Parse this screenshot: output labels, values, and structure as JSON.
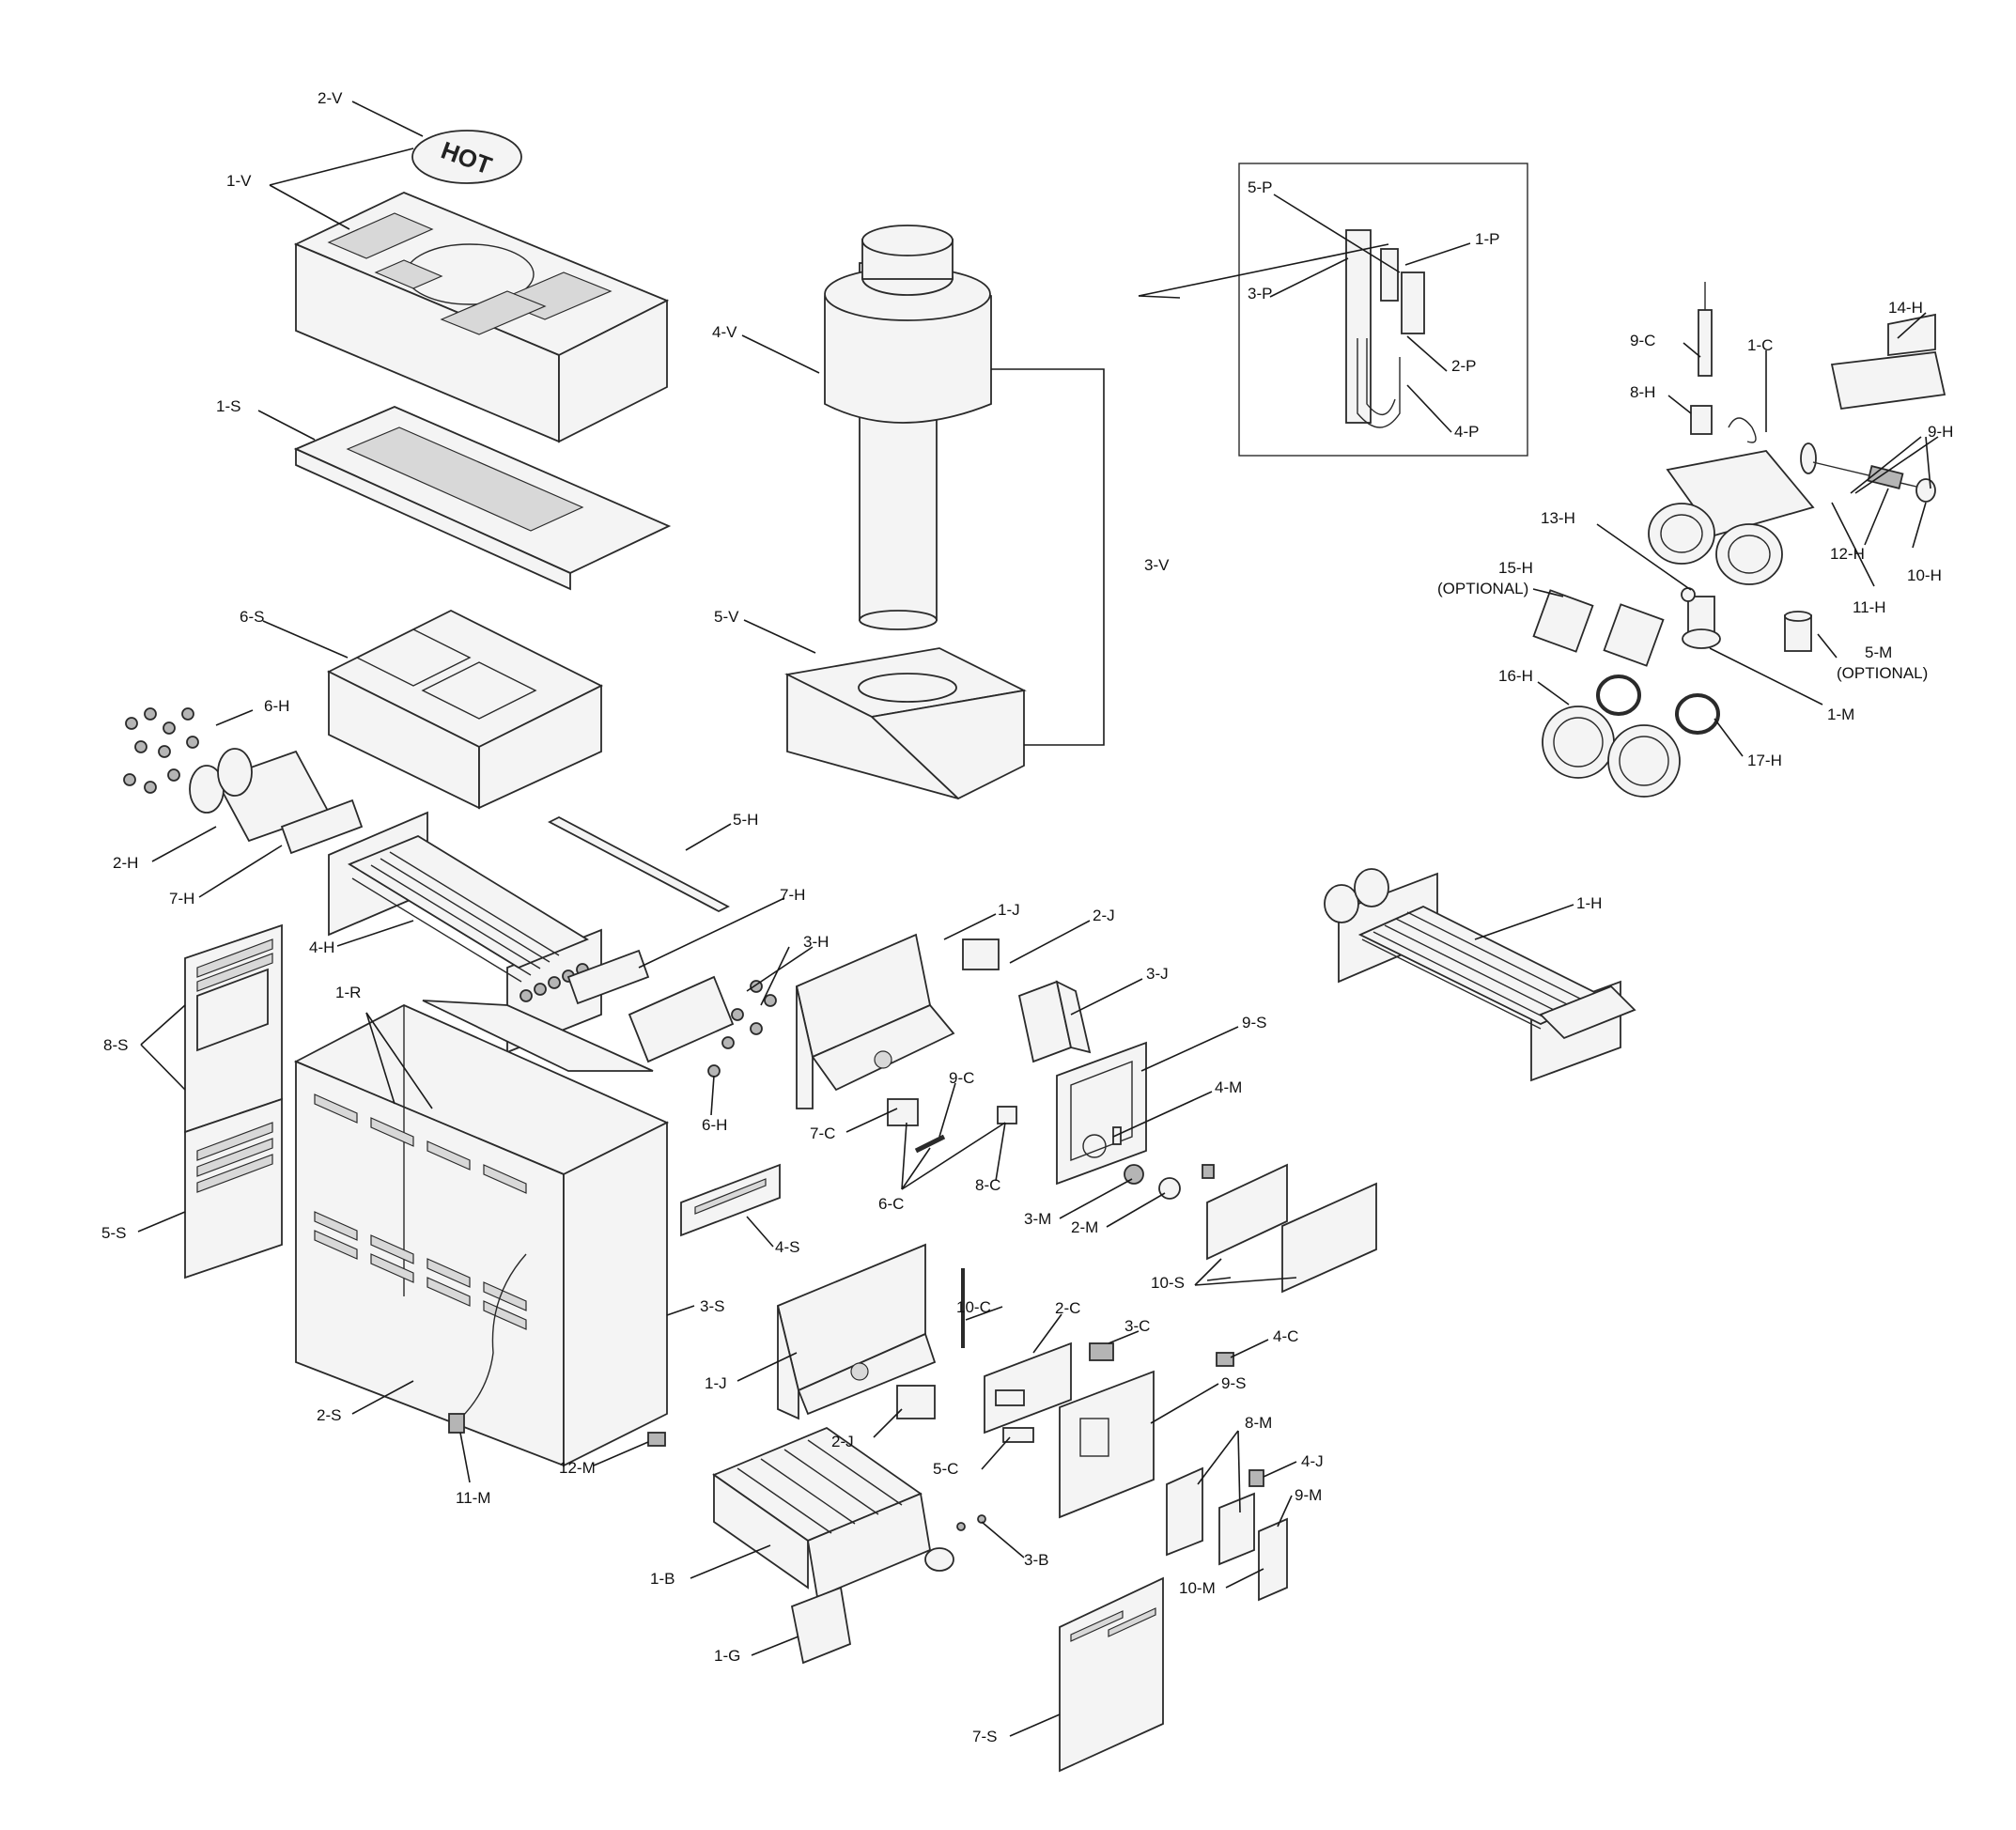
{
  "stamp_text": "HOT",
  "labels": {
    "v1": "1-V",
    "v2": "2-V",
    "v3": "3-V",
    "v4": "4-V",
    "v5": "5-V",
    "s1": "1-S",
    "s2": "2-S",
    "s3": "3-S",
    "s4": "4-S",
    "s5": "5-S",
    "s6": "6-S",
    "s7": "7-S",
    "s8": "8-S",
    "s9a": "9-S",
    "s9b": "9-S",
    "s10": "10-S",
    "p1": "1-P",
    "p2": "2-P",
    "p3": "3-P",
    "p4": "4-P",
    "p5": "5-P",
    "h1": "1-H",
    "h2": "2-H",
    "h4": "4-H",
    "h5": "5-H",
    "h6a": "6-H",
    "h6b": "6-H",
    "h3": "3-H",
    "h7a": "7-H",
    "h7b": "7-H",
    "h8": "8-H",
    "h9": "9-H",
    "h10": "10-H",
    "h11": "11-H",
    "h12": "12-H",
    "h13": "13-H",
    "h14": "14-H",
    "h15": "15-H",
    "h15opt": "(OPTIONAL)",
    "h16": "16-H",
    "h17": "17-H",
    "c1": "1-C",
    "c2": "2-C",
    "c3": "3-C",
    "c4": "4-C",
    "c5": "5-C",
    "c6": "6-C",
    "c7": "7-C",
    "c8": "8-C",
    "c9a": "9-C",
    "c9b": "9-C",
    "c10": "10-C",
    "j1a": "1-J",
    "j1b": "1-J",
    "j2a": "2-J",
    "j2b": "2-J",
    "j3": "3-J",
    "j4": "4-J",
    "m1": "1-M",
    "m2": "2-M",
    "m3": "3-M",
    "m4": "4-M",
    "m5": "5-M",
    "m5opt": "(OPTIONAL)",
    "m8": "8-M",
    "m9": "9-M",
    "m10": "10-M",
    "m11": "11-M",
    "m12": "12-M",
    "r1": "1-R",
    "b1": "1-B",
    "b3": "3-B",
    "g1": "1-G"
  }
}
